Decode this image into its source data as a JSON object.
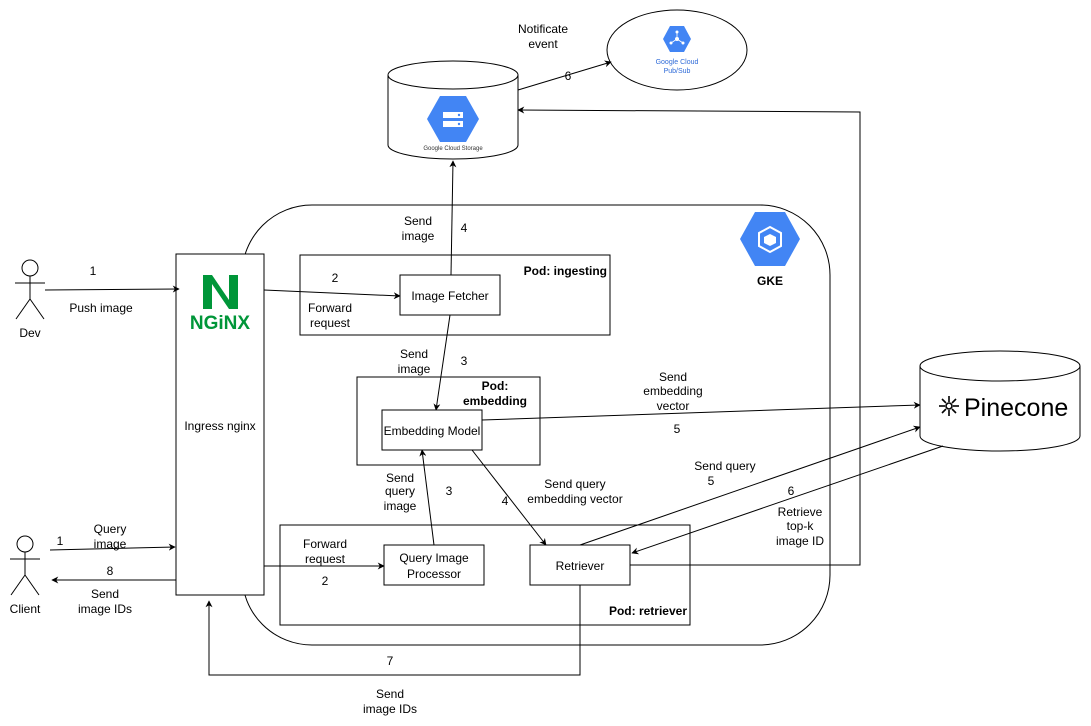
{
  "nodes": {
    "dev": "Dev",
    "client": "Client",
    "ingress": "Ingress nginx",
    "nginx_logo": "NGiNX",
    "gke": "GKE",
    "gcs_logo": "Google Cloud Storage",
    "pubsub_logo": [
      "Google Cloud",
      "Pub/Sub"
    ],
    "pinecone": "Pinecone",
    "image_fetcher": "Image Fetcher",
    "embedding_model": "Embedding Model",
    "query_image_processor": [
      "Query Image",
      "Processor"
    ],
    "retriever": "Retriever"
  },
  "pods": {
    "ingesting": "Pod: ingesting",
    "embedding": [
      "Pod:",
      "embedding"
    ],
    "retriever": "Pod: retriever"
  },
  "edges": {
    "push_image": {
      "step": "1",
      "label": "Push image"
    },
    "query_image": {
      "step": "1",
      "label": [
        "Query",
        "image"
      ]
    },
    "send_image_ids_client": {
      "step": "8",
      "label": [
        "Send",
        "image IDs"
      ]
    },
    "forward_request_ingest": {
      "step": "2",
      "label": [
        "Forward",
        "request"
      ]
    },
    "forward_request_query": {
      "step": "2",
      "label": [
        "Forward",
        "request"
      ]
    },
    "send_image_storage": {
      "step": "4",
      "label": [
        "Send",
        "image"
      ]
    },
    "send_image_embed": {
      "step": "3",
      "label": [
        "Send",
        "image"
      ]
    },
    "send_query_image": {
      "step": "3",
      "label": [
        "Send",
        "query",
        "image"
      ]
    },
    "send_query_embedding": {
      "step": "4",
      "label": [
        "Send query",
        "embedding vector"
      ]
    },
    "send_embedding_vector": {
      "step": "5",
      "label": [
        "Send",
        "embedding",
        "vector"
      ]
    },
    "send_query": {
      "step": "5",
      "label": "Send query"
    },
    "retrieve_topk": {
      "step": "6",
      "label": [
        "Retrieve",
        "top-k",
        "image ID"
      ]
    },
    "notify_event": {
      "step": "6",
      "label": [
        "Notificate",
        "event"
      ]
    },
    "send_image_ids_ingress": {
      "step": "7",
      "label": [
        "Send",
        "image IDs"
      ]
    }
  },
  "colors": {
    "nginx_green": "#009639",
    "gcp_blue": "#4285F4",
    "gcp_blue_dark": "#2F6BD8"
  },
  "icons": {
    "gke": "gke-hexagon-icon",
    "gcs": "storage-hexagon-icon",
    "pubsub": "pubsub-hexagon-icon",
    "pinecone": "pinecone-icon"
  }
}
